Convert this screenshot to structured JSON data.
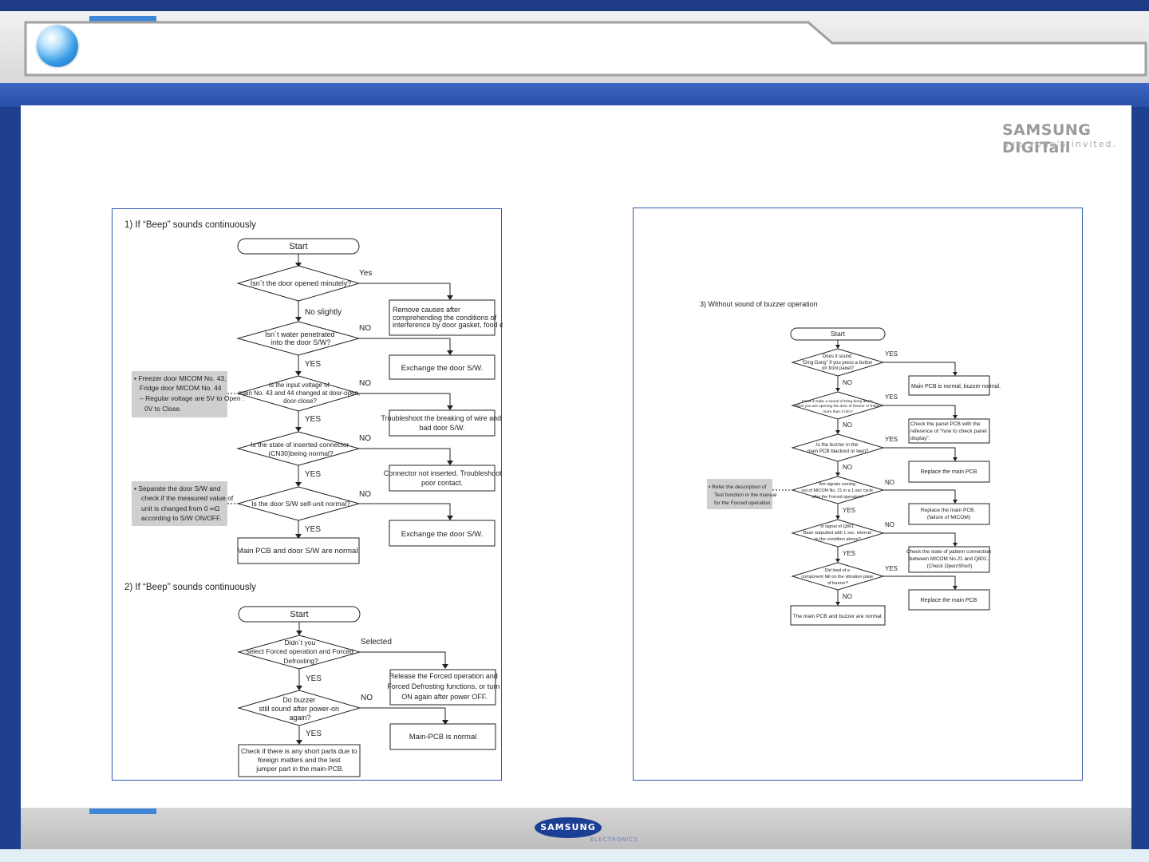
{
  "slide": {
    "title": ""
  },
  "branding": {
    "corner_logo": "SAMSUNG DIGITall",
    "corner_tagline": "everyone's invited.",
    "footer_logo": "SAMSUNG",
    "footer_sub": "ELECTRONICS"
  },
  "left_panel": {
    "section1": {
      "heading": "1) If “Beep” sounds continuously",
      "start": "Start",
      "d1": "Isn´t the door opened minutely?",
      "d1_yes": "Yes",
      "r1": [
        "Remove causes after",
        "comprehending the conditions of",
        "interference by door gasket, food etc."
      ],
      "d1_no": "No slightly",
      "d2": [
        "Isn´t water penetrated",
        "into the door S/W?"
      ],
      "d2_no": "NO",
      "r2": "Exchange the door S/W.",
      "d2_yes": "YES",
      "note1": [
        "▪ Freezer door MICOM No. 43,",
        "Fridge door MICOM No. 44",
        "– Regular voltage are 5V to Open :",
        "0V to Close."
      ],
      "d3": [
        "Is the input voltage of",
        "main No. 43 and 44 changed at door-open,",
        "door-close?"
      ],
      "d3_no": "NO",
      "r3": [
        "Troubleshoot the breaking of wire and",
        "bad door S/W."
      ],
      "d3_yes": "YES",
      "d4": [
        "Is the state of inserted connector",
        "(CN30)being  normal?"
      ],
      "d4_no": "NO",
      "r4": [
        "Connector not inserted. Troubleshoot",
        "poor contact."
      ],
      "d4_yes": "YES",
      "note2": [
        "▪ Separate the door S/W and",
        "check if the measured value of",
        "unit is changed from  0 ∞Ω",
        "according to S/W ON/OFF."
      ],
      "d5": "Is the door S/W self-unit normal?",
      "d5_no": "NO",
      "r5": "Exchange the door S/W.",
      "d5_yes": "YES",
      "end": "Main PCB and door S/W are normal."
    },
    "section2": {
      "heading": "2) If “Beep” sounds continuously",
      "start": "Start",
      "d1": [
        "Didn´t you",
        "select Forced operation and Forced",
        "Defrosting?"
      ],
      "d1_sel": "Selected",
      "r1": [
        "Release the Forced operation and",
        "Forced Defrosting functions, or turn",
        "ON again after power OFF."
      ],
      "d1_yes": "YES",
      "d2": [
        "Do buzzer",
        "still sound after power-on",
        "again?"
      ],
      "d2_no": "NO",
      "r2": "Main-PCB is normal",
      "d2_yes": "YES",
      "end": [
        "Check if there is any short parts due to",
        "foreign matters and the test",
        "jumper part in the main-PCB."
      ]
    }
  },
  "right_panel": {
    "heading": "3) Without sound of buzzer operation",
    "start": "Start",
    "d1": [
      "Does it sound",
      "“Ding-Dong” if you press a button",
      "on front panel?"
    ],
    "d1_yes": "YES",
    "r1": "Main PCB is normal, buzzer normal.",
    "d1_no": "NO",
    "d2": [
      "Does it make a sound of Ding-dong alarm",
      "when you are opening the door of freezer or fridge",
      "more than 2 min?"
    ],
    "d2_yes": "YES",
    "r2": [
      "Check the panel PCB with the",
      "reference of “how to check panel",
      "display”."
    ],
    "d2_no": "NO",
    "d3": [
      "Is the buzzer in the",
      "main PCB blackout or leen?"
    ],
    "d3_yes": "YES",
    "r3": "Replace the main PCB",
    "d3_no": "NO",
    "note": [
      "▪ Refer the description of",
      "Test function in the manual",
      "for the Forced operation."
    ],
    "d4": [
      "Are signals coming",
      "out of MICOM No. 21 in a 1-sec cycle",
      "after the  Forced operation?"
    ],
    "d4_no": "NO",
    "r4": [
      "Replace the main PCB.",
      "(failure of MICOM)"
    ],
    "d4_yes": "YES",
    "d5": [
      "Is signal of Q801",
      "Base outputted with 1 sec. interval",
      "in the condition above?"
    ],
    "d5_no": "NO",
    "r5": [
      "Check the state of pattern connection",
      "between MICOM No.21 and Q801.",
      "(Check Open/Short)"
    ],
    "d5_yes": "YES",
    "d6": [
      "Did lead of a",
      "component fall on the vibration plate",
      "of buzzer?"
    ],
    "d6_yes": "YES",
    "r6": "Replace the main PCB",
    "d6_no": "NO",
    "end": "The main PCB and buzzer are normal."
  },
  "colors": {
    "background_blue": "#1f3f8f",
    "panel_border": "#2f5aa8",
    "note_fill": "#cfcfcf"
  }
}
